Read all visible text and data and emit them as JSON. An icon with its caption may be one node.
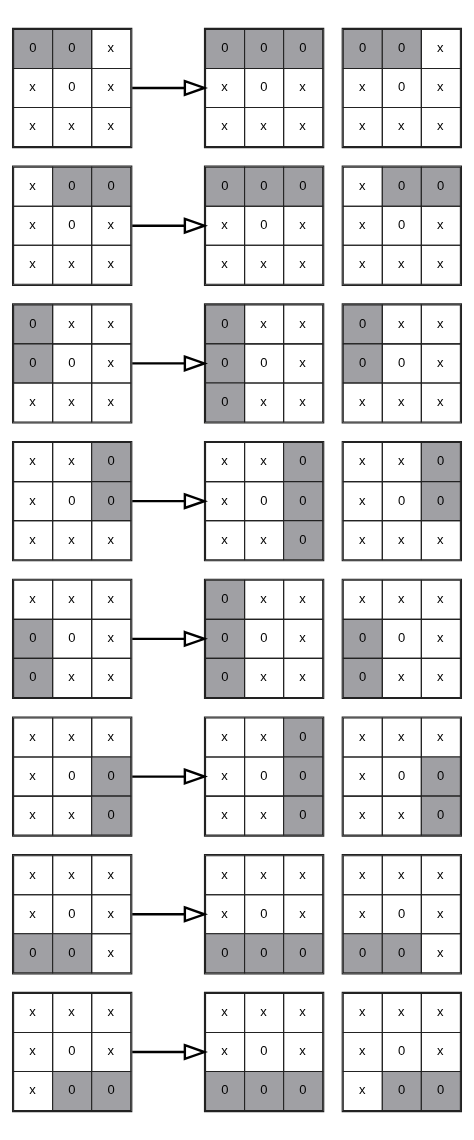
{
  "diagram": {
    "nodes": [
      {
        "text": [
          "0",
          "0",
          "x",
          "x",
          "0",
          "x",
          "x",
          "x",
          "x"
        ]
      },
      {
        "text": [
          "0",
          "0",
          "0",
          "x",
          "0",
          "x",
          "x",
          "x",
          "x"
        ]
      },
      {
        "text": [
          "0",
          "0",
          "x",
          "x",
          "0",
          "x",
          "x",
          "x",
          "x"
        ]
      },
      {
        "text": [
          "x",
          "0",
          "0",
          "x",
          "0",
          "x",
          "x",
          "x",
          "x"
        ]
      },
      {
        "text": [
          "0",
          "0",
          "0",
          "x",
          "0",
          "x",
          "x",
          "x",
          "x"
        ]
      },
      {
        "text": [
          "x",
          "0",
          "0",
          "x",
          "0",
          "x",
          "x",
          "x",
          "x"
        ]
      },
      {
        "text": [
          "0",
          "x",
          "x",
          "0",
          "0",
          "x",
          "x",
          "x",
          "x"
        ]
      },
      {
        "text": [
          "0",
          "x",
          "x",
          "0",
          "0",
          "x",
          "0",
          "x",
          "x"
        ]
      },
      {
        "text": [
          "0",
          "x",
          "x",
          "0",
          "0",
          "x",
          "x",
          "x",
          "x"
        ]
      },
      {
        "text": [
          "x",
          "x",
          "0",
          "x",
          "0",
          "0",
          "x",
          "x",
          "x"
        ]
      },
      {
        "text": [
          "x",
          "x",
          "0",
          "x",
          "0",
          "0",
          "x",
          "x",
          "0"
        ]
      },
      {
        "text": [
          "x",
          "x",
          "0",
          "x",
          "0",
          "0",
          "x",
          "x",
          "x"
        ]
      },
      {
        "text": [
          "x",
          "x",
          "x",
          "0",
          "0",
          "x",
          "0",
          "x",
          "x"
        ]
      },
      {
        "text": [
          "0",
          "x",
          "x",
          "0",
          "0",
          "x",
          "0",
          "x",
          "x"
        ]
      },
      {
        "text": [
          "x",
          "x",
          "x",
          "0",
          "0",
          "x",
          "0",
          "x",
          "x"
        ]
      },
      {
        "text": [
          "x",
          "x",
          "x",
          "x",
          "0",
          "0",
          "x",
          "x",
          "0"
        ]
      },
      {
        "text": [
          "x",
          "x",
          "0",
          "x",
          "0",
          "0",
          "x",
          "x",
          "0"
        ]
      },
      {
        "text": [
          "x",
          "x",
          "x",
          "x",
          "0",
          "0",
          "x",
          "x",
          "0"
        ]
      },
      {
        "text": [
          "x",
          "x",
          "x",
          "x",
          "0",
          "x",
          "0",
          "0",
          "x"
        ]
      },
      {
        "text": [
          "x",
          "x",
          "x",
          "x",
          "0",
          "x",
          "0",
          "0",
          "0"
        ]
      },
      {
        "text": [
          "x",
          "x",
          "x",
          "x",
          "0",
          "x",
          "0",
          "0",
          "x"
        ]
      },
      {
        "text": [
          "x",
          "x",
          "x",
          "x",
          "0",
          "x",
          "x",
          "0",
          "0"
        ]
      },
      {
        "text": [
          "x",
          "x",
          "x",
          "x",
          "0",
          "x",
          "0",
          "0",
          "0"
        ]
      },
      {
        "text": [
          "x",
          "x",
          "x",
          "x",
          "0",
          "x",
          "x",
          "0",
          "0"
        ]
      }
    ],
    "edges": [
      {
        "from": 0,
        "to": 1,
        "arrow": "to"
      },
      {
        "from": 3,
        "to": 4,
        "arrow": "to"
      },
      {
        "from": 6,
        "to": 7,
        "arrow": "to"
      },
      {
        "from": 9,
        "to": 10,
        "arrow": "to"
      },
      {
        "from": 12,
        "to": 13,
        "arrow": "to"
      },
      {
        "from": 15,
        "to": 16,
        "arrow": "to"
      },
      {
        "from": 18,
        "to": 19,
        "arrow": "to"
      },
      {
        "from": 21,
        "to": 22,
        "arrow": "to"
      }
    ]
  }
}
